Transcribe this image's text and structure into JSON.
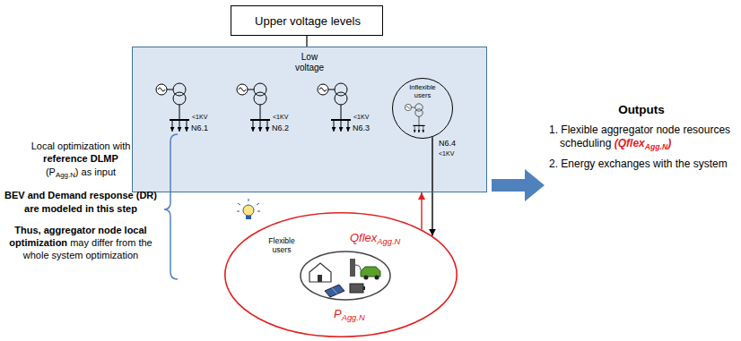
{
  "diagram": {
    "nodes": [
      {
        "text": [
          "Upper voltage levels"
        ]
      },
      {
        "text": [
          "Low voltage"
        ]
      },
      {
        "text": [
          "Flexible users",
          "Qflex",
          "Agg.N",
          "P",
          "Agg.N"
        ]
      },
      {
        "text": [
          "Inflexible users"
        ],
        "in": 1
      }
    ],
    "edges": [
      {
        "from": 0,
        "to": 1,
        "arrow": "none"
      },
      {
        "from": 2,
        "to": 1,
        "arrow": "to"
      },
      {
        "from": 3,
        "to": 2,
        "arrow": "to"
      }
    ],
    "labels": [
      "Local optimization with",
      "reference DLMP",
      "(P",
      "Agg.N",
      ") as input",
      "BEV and Demand response (DR) are modeled in this step",
      "Thus, aggregator node local optimization",
      "may differ from the whole system optimization",
      "N6.1",
      "<1KV",
      "N6.2",
      "<1KV",
      "N6.3",
      "<1KV",
      "N6.4",
      "<1KV",
      "Outputs",
      "1. Flexible aggregator node resources scheduling",
      "(Qflex",
      "Agg.N",
      ")",
      "2. Energy exchanges with the system"
    ]
  }
}
